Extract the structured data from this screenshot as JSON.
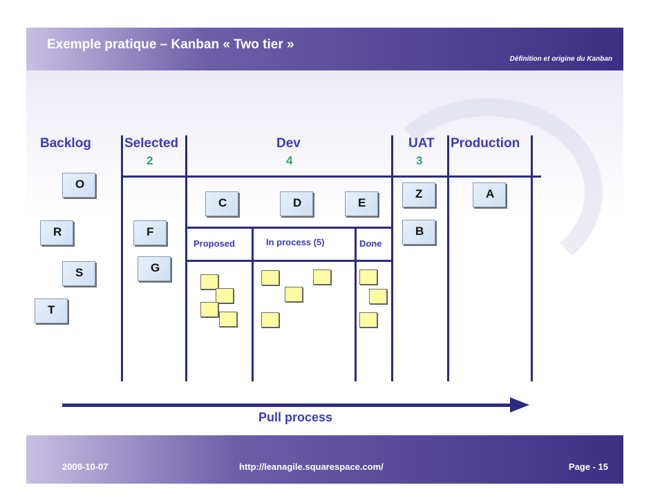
{
  "header": {
    "title": "Exemple pratique – Kanban « Two tier »",
    "subtitle": "Définition et origine du Kanban"
  },
  "columns": {
    "backlog": "Backlog",
    "selected": "Selected",
    "dev": "Dev",
    "uat": "UAT",
    "production": "Production"
  },
  "wip": {
    "selected": "2",
    "dev": "4",
    "uat": "3"
  },
  "dev_subcolumns": {
    "proposed": "Proposed",
    "in_process": "In process (5)",
    "done": "Done"
  },
  "cards": {
    "O": "O",
    "R": "R",
    "S": "S",
    "T": "T",
    "F": "F",
    "G": "G",
    "C": "C",
    "D": "D",
    "E": "E",
    "Z": "Z",
    "B": "B",
    "A": "A"
  },
  "pull_label": "Pull process",
  "footer": {
    "date": "2009-10-07",
    "url": "http://leanagile.squarespace.com/",
    "page": "Page - 15"
  }
}
